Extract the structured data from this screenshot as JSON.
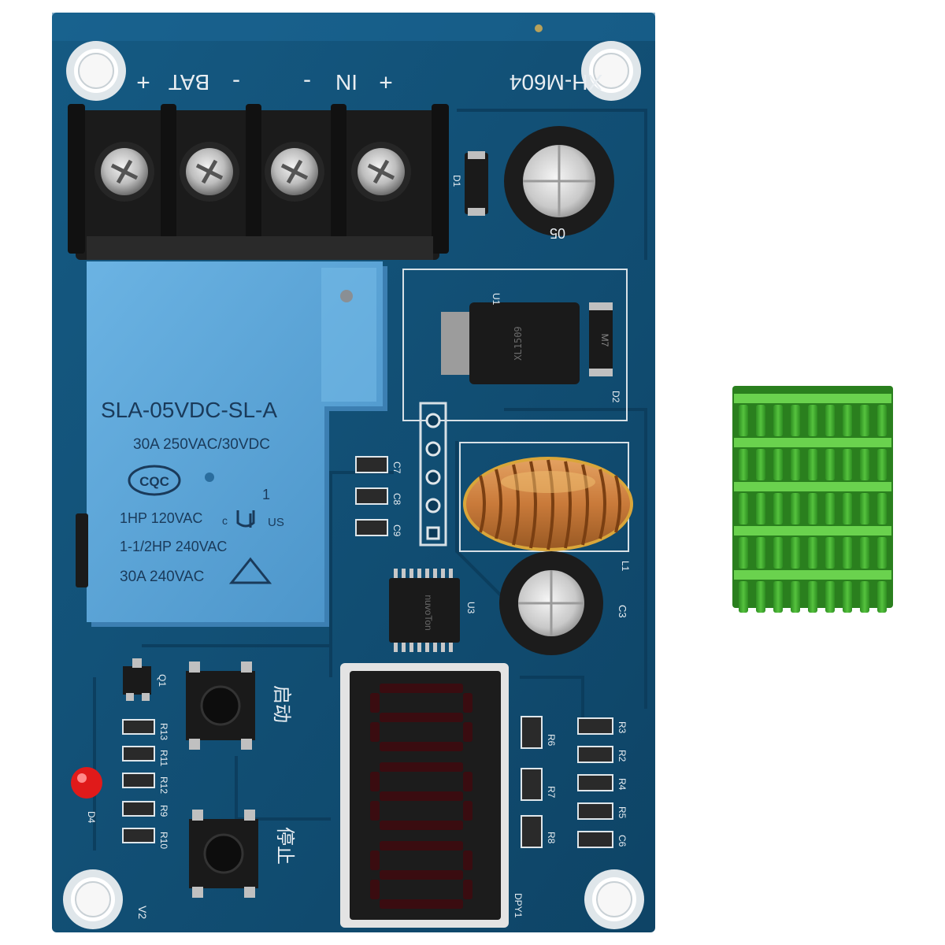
{
  "board": {
    "model": "XH-M604",
    "terminal_labels": {
      "bat_plus": "+",
      "bat": "BAT",
      "bat_minus": "-",
      "in_minus": "-",
      "in": "IN",
      "in_plus": "+"
    },
    "relay": {
      "model": "SLA-05VDC-SL-A",
      "line1": "30A  250VAC/30VDC",
      "cert": "CQC",
      "line2": "1HP 120VAC",
      "ul_c": "c",
      "ul_us": "US",
      "ul_one": "1",
      "line3": "1-1/2HP 240VAC",
      "line4": "30A  240VAC"
    },
    "capacitor_top_text": "05",
    "refdes": {
      "d1": "D1",
      "u1": "U1",
      "d2": "D2",
      "c7": "C7",
      "c8": "C8",
      "c9": "C9",
      "l1": "L1",
      "c3": "C3",
      "u3": "U3",
      "q1": "Q1",
      "r13": "R13",
      "r11": "R11",
      "r12": "R12",
      "r9": "R9",
      "r10": "R10",
      "r6": "R6",
      "r7": "R7",
      "r8": "R8",
      "r3": "R3",
      "r2": "R2",
      "r4": "R4",
      "r5": "R5",
      "c6": "C6",
      "d4": "D4",
      "v2": "V2",
      "dpy1": "DPY1"
    },
    "chip_u3": "nuvoTon",
    "chip_u1": "XL1509",
    "diode_d2": "M7",
    "buttons": {
      "start": "启动",
      "stop": "停止"
    },
    "display": {
      "digits": 3,
      "segment_color": "#3a0c10"
    }
  },
  "heatsink": {
    "color": "#3aa62a"
  },
  "colors": {
    "pcb": "#114a6e",
    "pcb_dark": "#0c3a58",
    "relay": "#5aa2d6",
    "terminal": "#1b1b1b",
    "copper": "#c97a3a"
  }
}
